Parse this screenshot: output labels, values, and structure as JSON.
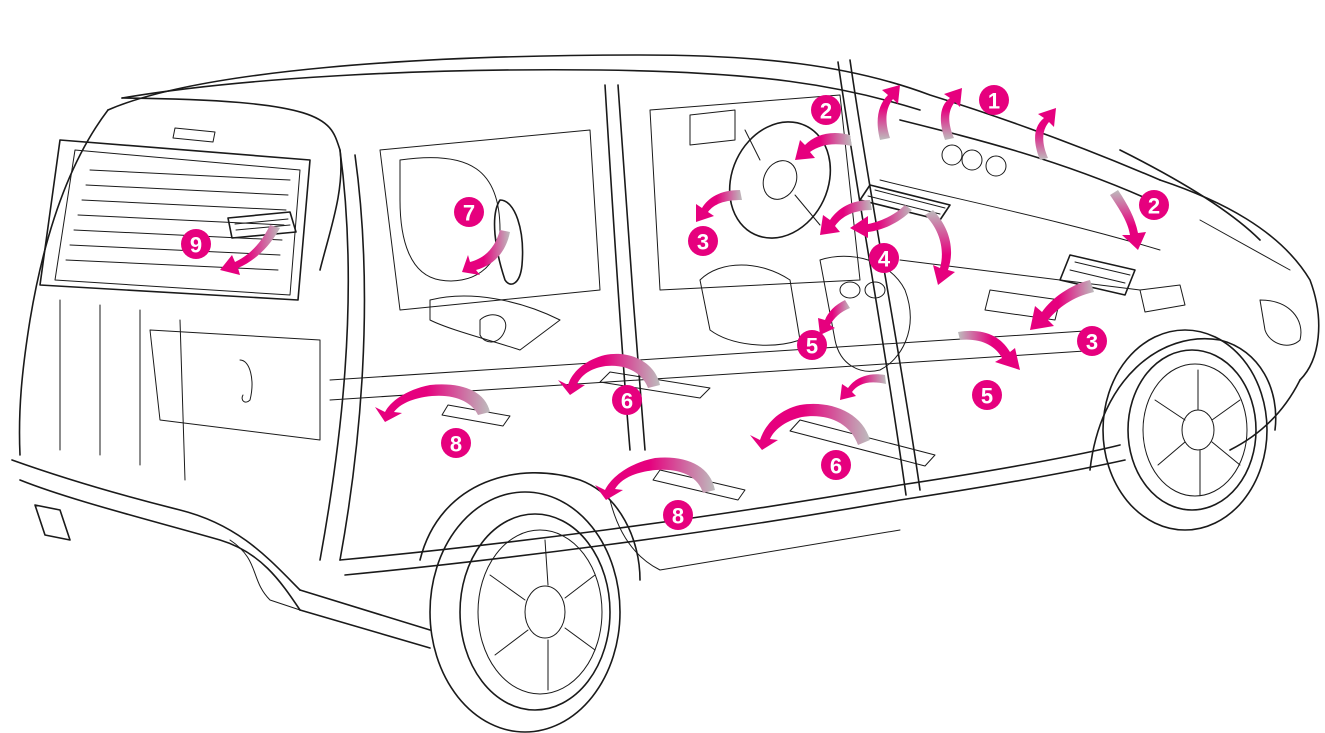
{
  "colors": {
    "accent": "#e6007e",
    "arrow_tail": "#b3b3b3",
    "outline": "#1a1a1a",
    "background": "#ffffff"
  },
  "badges": [
    {
      "id": "vent-1",
      "label": "1"
    },
    {
      "id": "vent-2-left",
      "label": "2"
    },
    {
      "id": "vent-2-right",
      "label": "2"
    },
    {
      "id": "vent-3-left",
      "label": "3"
    },
    {
      "id": "vent-3-right",
      "label": "3"
    },
    {
      "id": "vent-4",
      "label": "4"
    },
    {
      "id": "vent-5-left",
      "label": "5"
    },
    {
      "id": "vent-5-right",
      "label": "5"
    },
    {
      "id": "vent-6-middle",
      "label": "6"
    },
    {
      "id": "vent-6-front",
      "label": "6"
    },
    {
      "id": "vent-7",
      "label": "7"
    },
    {
      "id": "vent-8-rear",
      "label": "8"
    },
    {
      "id": "vent-8-middle",
      "label": "8"
    },
    {
      "id": "vent-9",
      "label": "9"
    }
  ]
}
